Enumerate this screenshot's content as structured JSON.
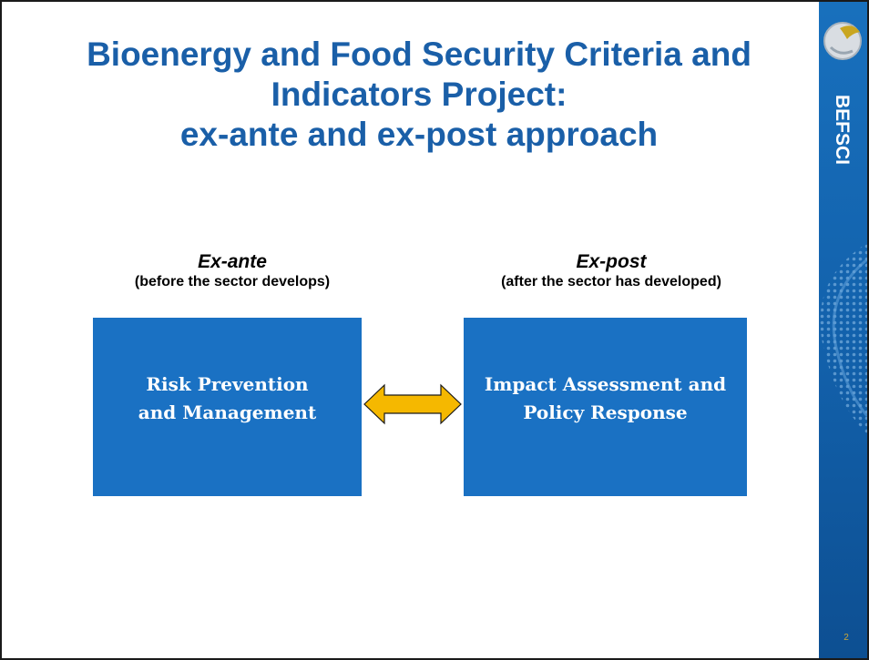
{
  "title": {
    "line1": "Bioenergy and Food Security Criteria and",
    "line2": "Indicators Project:",
    "line3": "ex-ante and ex-post approach"
  },
  "left": {
    "heading": "Ex-ante",
    "subheading": "(before the sector develops)",
    "box_line1": "Risk Prevention",
    "box_line2": "and Management"
  },
  "right": {
    "heading": "Ex-post",
    "subheading": "(after the sector has developed)",
    "box_line1": "Impact Assessment and",
    "box_line2": "Policy Response"
  },
  "sidebar": {
    "brand": "BEFSCI"
  },
  "page_number": "2",
  "colors": {
    "title": "#1a5fa8",
    "box_fill": "#1a71c3",
    "arrow_fill": "#f5b800",
    "sidebar": "#1566b3"
  }
}
